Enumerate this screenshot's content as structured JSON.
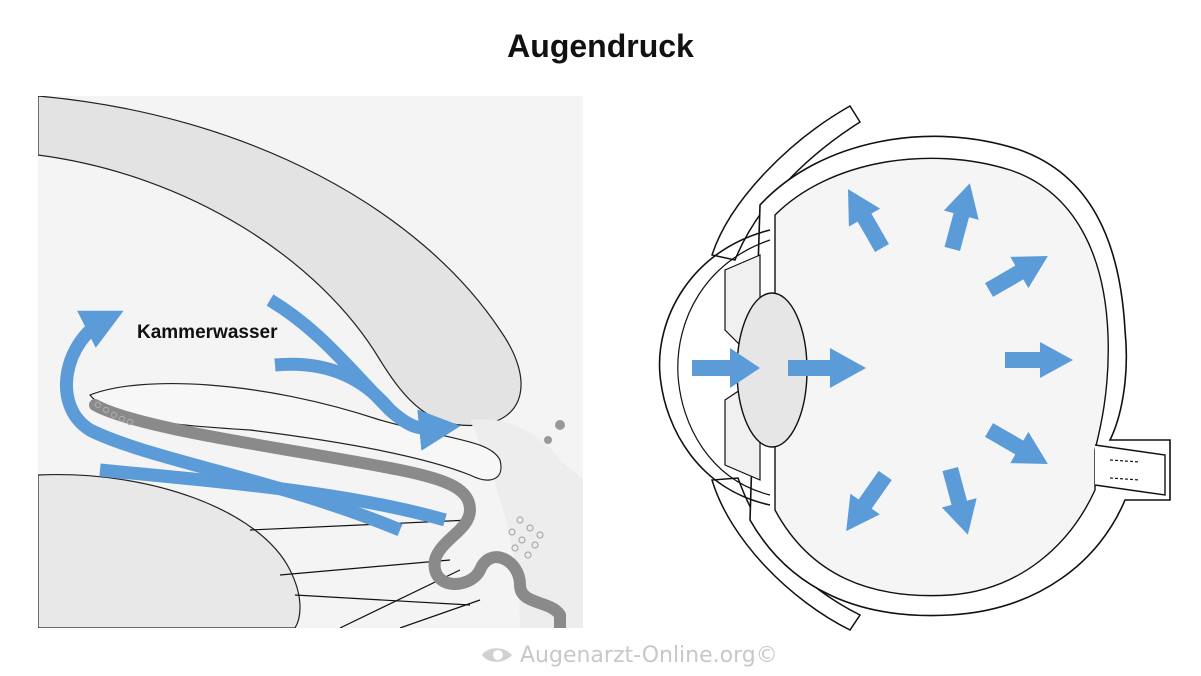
{
  "title": "Augendruck",
  "left_diagram": {
    "label": "Kammerwasser"
  },
  "watermark": {
    "text": "Augenarzt-Online.org©"
  },
  "colors": {
    "arrow": "#5b9bd8",
    "fill_light": "#f3f3f3",
    "fill_mid": "#e6e6e6",
    "iris_dark": "#8a8a8a",
    "line": "#111111",
    "watermark": "#c8c8c8"
  },
  "icons": {
    "logo": "eye-logo-icon",
    "arrow": "pressure-arrow-icon"
  }
}
